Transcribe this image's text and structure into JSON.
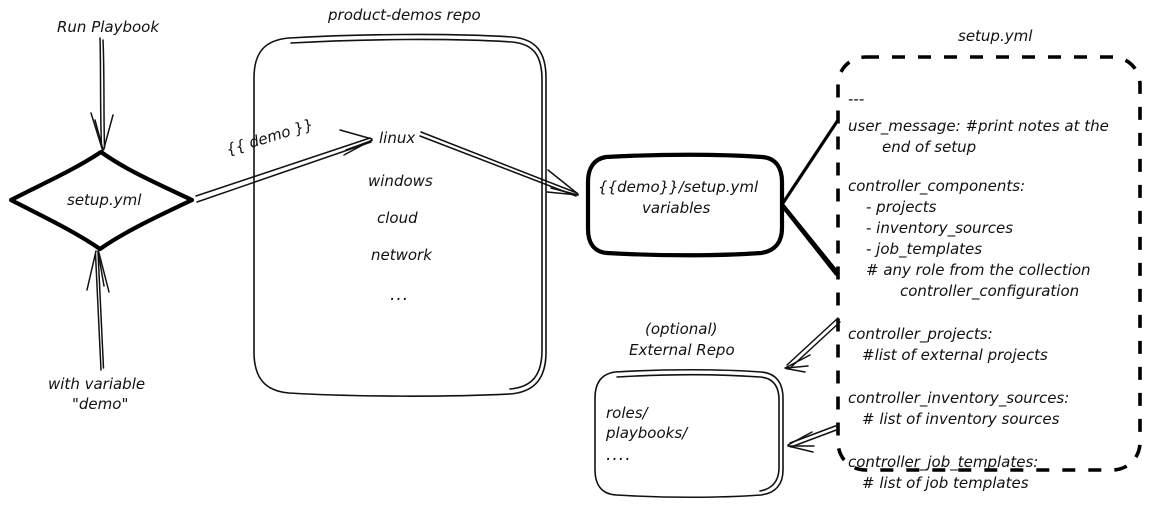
{
  "diagram": {
    "type": "flow-diagram",
    "style": "hand-drawn sketch, black on white",
    "nodes": {
      "start_label": "Run Playbook",
      "trigger_label_line1": "with variable",
      "trigger_label_line2": "\"demo\"",
      "entry_node": "setup.yml",
      "repo_title": "product-demos repo",
      "repo_items": [
        "linux",
        "windows",
        "cloud",
        "network",
        "..."
      ],
      "vars_node_line1": "{{demo}}/setup.yml",
      "vars_node_line2": "variables",
      "external_repo_title_line1": "(optional)",
      "external_repo_title_line2": "External Repo",
      "external_repo_items": [
        "roles/",
        "playbooks/",
        "...."
      ],
      "setup_yml_title": "setup.yml"
    },
    "edges": {
      "demo_var_label": "{{ demo }}"
    },
    "setup_yml_content": [
      {
        "text": "---",
        "indent": 0,
        "gap_after": 6
      },
      {
        "text": "user_message: #print notes at the",
        "indent": 0,
        "gap_after": 0
      },
      {
        "text": "end of setup",
        "indent": 34,
        "gap_after": 18
      },
      {
        "text": "controller_components:",
        "indent": 0,
        "gap_after": 0
      },
      {
        "text": "- projects",
        "indent": 18,
        "gap_after": 0
      },
      {
        "text": "- inventory_sources",
        "indent": 18,
        "gap_after": 0
      },
      {
        "text": "- job_templates",
        "indent": 18,
        "gap_after": 0
      },
      {
        "text": "# any role from the collection",
        "indent": 18,
        "gap_after": 0
      },
      {
        "text": "controller_configuration",
        "indent": 52,
        "gap_after": 22
      },
      {
        "text": "controller_projects:",
        "indent": 0,
        "gap_after": 0
      },
      {
        "text": "#list of external projects",
        "indent": 14,
        "gap_after": 22
      },
      {
        "text": "controller_inventory_sources:",
        "indent": 0,
        "gap_after": 0
      },
      {
        "text": "# list of inventory sources",
        "indent": 14,
        "gap_after": 22
      },
      {
        "text": "controller_job_templates:",
        "indent": 0,
        "gap_after": 0
      },
      {
        "text": "# list of job templates",
        "indent": 14,
        "gap_after": 0
      }
    ],
    "colors": {
      "ink": "#111111",
      "background": "#ffffff"
    }
  }
}
